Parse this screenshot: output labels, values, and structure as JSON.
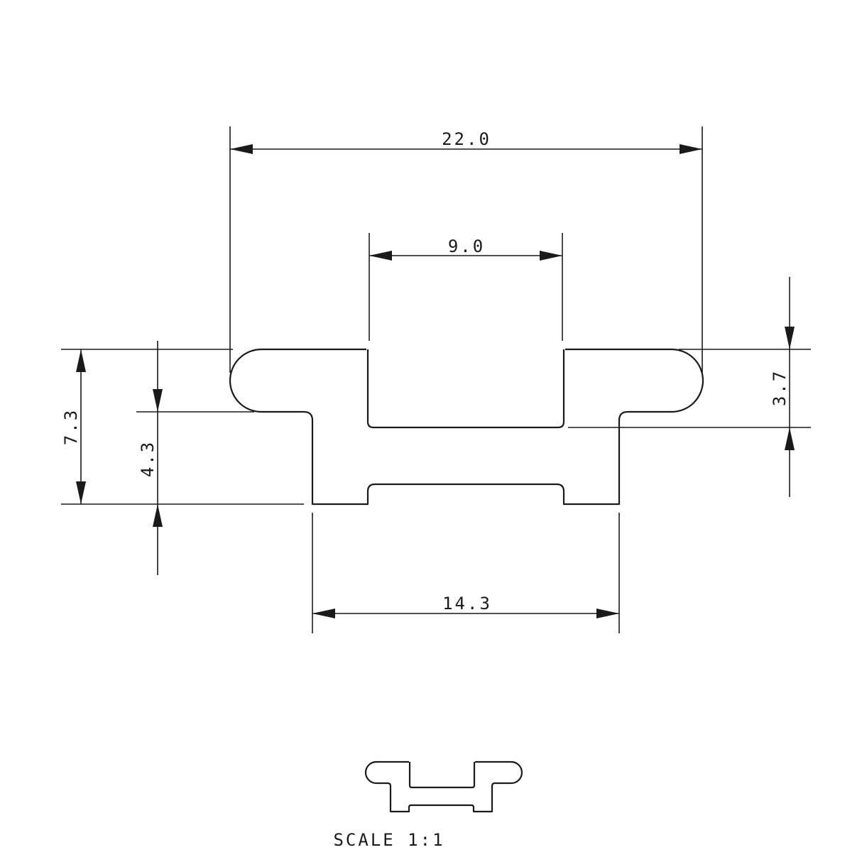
{
  "drawing": {
    "dimensions": {
      "overall_width": "22.0",
      "slot_width": "9.0",
      "base_width": "14.3",
      "overall_height": "7.3",
      "base_height": "4.3",
      "flange_height": "3.7"
    },
    "scale_note": "SCALE 1:1"
  }
}
